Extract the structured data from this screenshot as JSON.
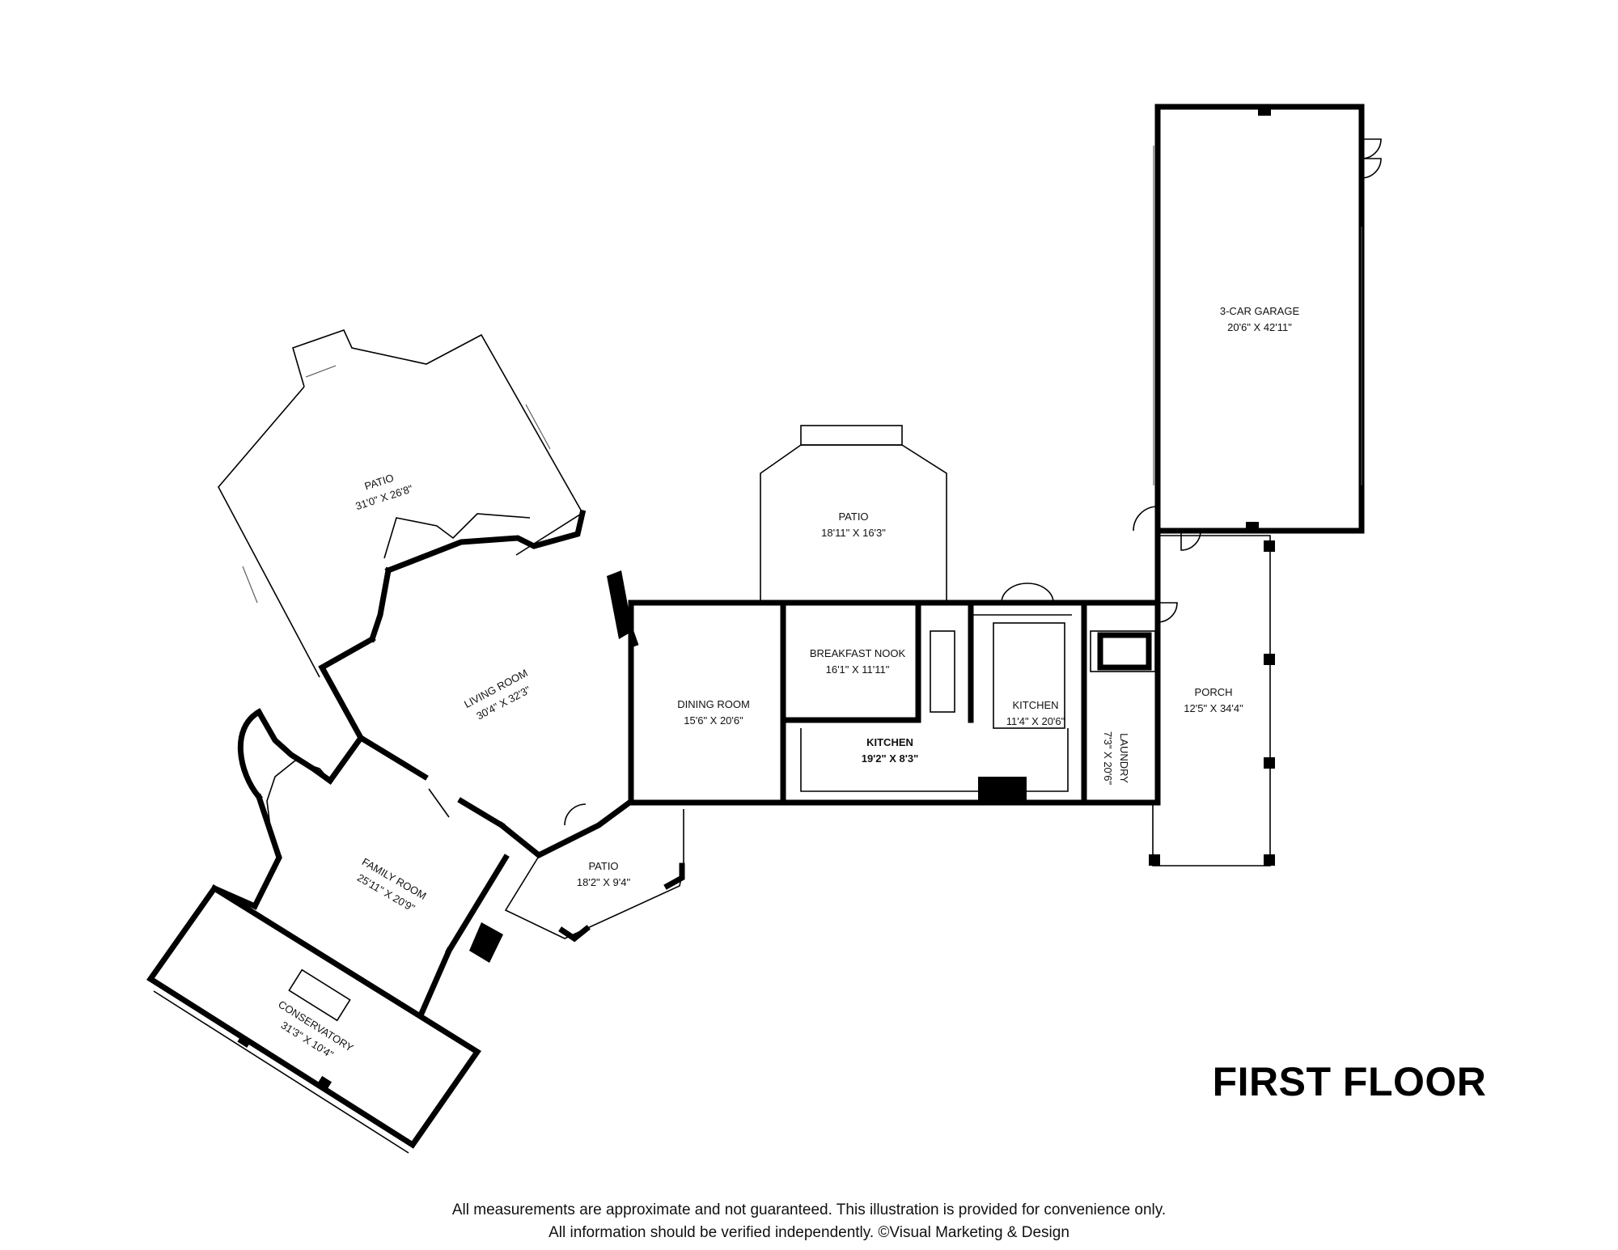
{
  "title": "FIRST FLOOR",
  "disclaimer": {
    "line1": "All measurements are approximate and not guaranteed. This illustration is provided for convenience only.",
    "line2": "All information should be verified independently. ©Visual Marketing & Design"
  },
  "rooms": [
    {
      "id": "patio-nw",
      "name": "PATIO",
      "dims": "31'0\" X 26'8\"",
      "bold": false
    },
    {
      "id": "living-room",
      "name": "LIVING ROOM",
      "dims": "30'4\" X 32'3\"",
      "bold": false
    },
    {
      "id": "family-room",
      "name": "FAMILY ROOM",
      "dims": "25'11\" X 20'9\"",
      "bold": false
    },
    {
      "id": "conservatory",
      "name": "CONSERVATORY",
      "dims": "31'3\" X 10'4\"",
      "bold": false
    },
    {
      "id": "patio-s",
      "name": "PATIO",
      "dims": "18'2\" X 9'4\"",
      "bold": false
    },
    {
      "id": "dining-room",
      "name": "DINING ROOM",
      "dims": "15'6\" X 20'6\"",
      "bold": false
    },
    {
      "id": "patio-n",
      "name": "PATIO",
      "dims": "18'11\" X 16'3\"",
      "bold": false
    },
    {
      "id": "breakfast-nook",
      "name": "BREAKFAST NOOK",
      "dims": "16'1\" X 11'11\"",
      "bold": false
    },
    {
      "id": "kitchen-main",
      "name": "KITCHEN",
      "dims": "19'2\" X 8'3\"",
      "bold": true
    },
    {
      "id": "kitchen-2",
      "name": "KITCHEN",
      "dims": "11'4\" X 20'6\"",
      "bold": false
    },
    {
      "id": "laundry",
      "name": "LAUNDRY",
      "dims": "7'3\" X 20'6\"",
      "bold": false
    },
    {
      "id": "porch",
      "name": "PORCH",
      "dims": "12'5\" X 34'4\"",
      "bold": false
    },
    {
      "id": "garage",
      "name": "3-CAR GARAGE",
      "dims": "20'6\" X 42'11\"",
      "bold": false
    }
  ]
}
